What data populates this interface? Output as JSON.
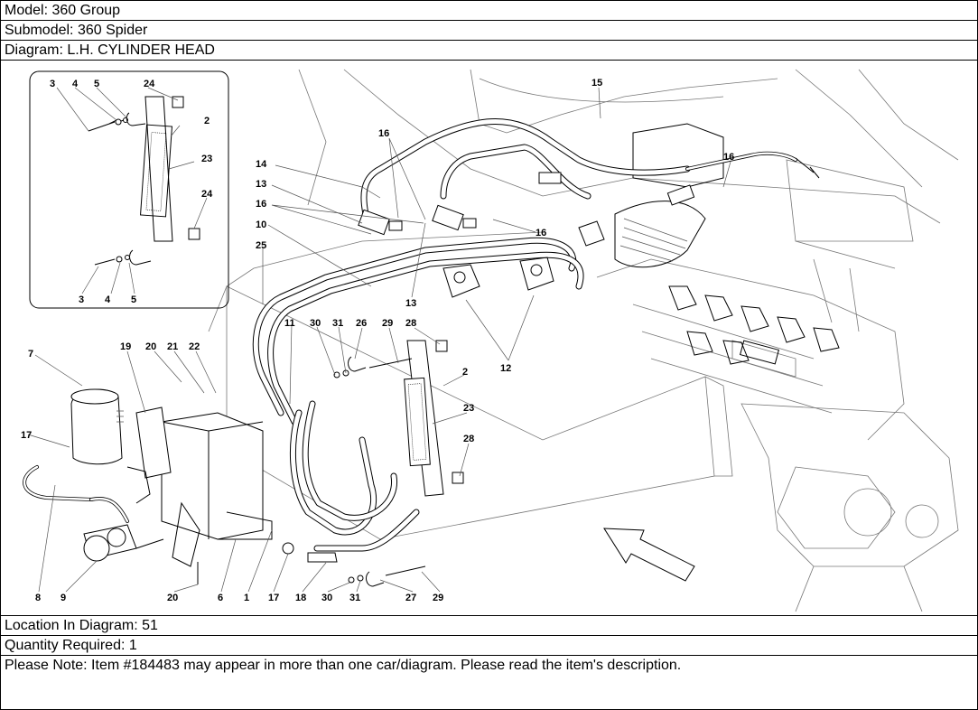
{
  "header": {
    "model": "Model: 360 Group",
    "submodel": "Submodel: 360 Spider",
    "diagram": "Diagram: L.H. CYLINDER HEAD"
  },
  "footer": {
    "location": "Location In Diagram: 51",
    "quantity": "Quantity Required: 1",
    "note": "Please Note: Item #184483 may appear in more than one car/diagram. Please read the item's description."
  },
  "callouts": {
    "inset": [
      "3",
      "4",
      "5",
      "24",
      "2",
      "23",
      "24",
      "3",
      "4",
      "5"
    ],
    "main": [
      "15",
      "16",
      "16",
      "14",
      "13",
      "16",
      "16",
      "10",
      "25",
      "13",
      "12",
      "11",
      "30",
      "31",
      "26",
      "29",
      "28",
      "2",
      "23",
      "28",
      "7",
      "19",
      "20",
      "21",
      "22",
      "17",
      "8",
      "9",
      "20",
      "6",
      "1",
      "17",
      "18",
      "30",
      "31",
      "27",
      "29"
    ]
  }
}
